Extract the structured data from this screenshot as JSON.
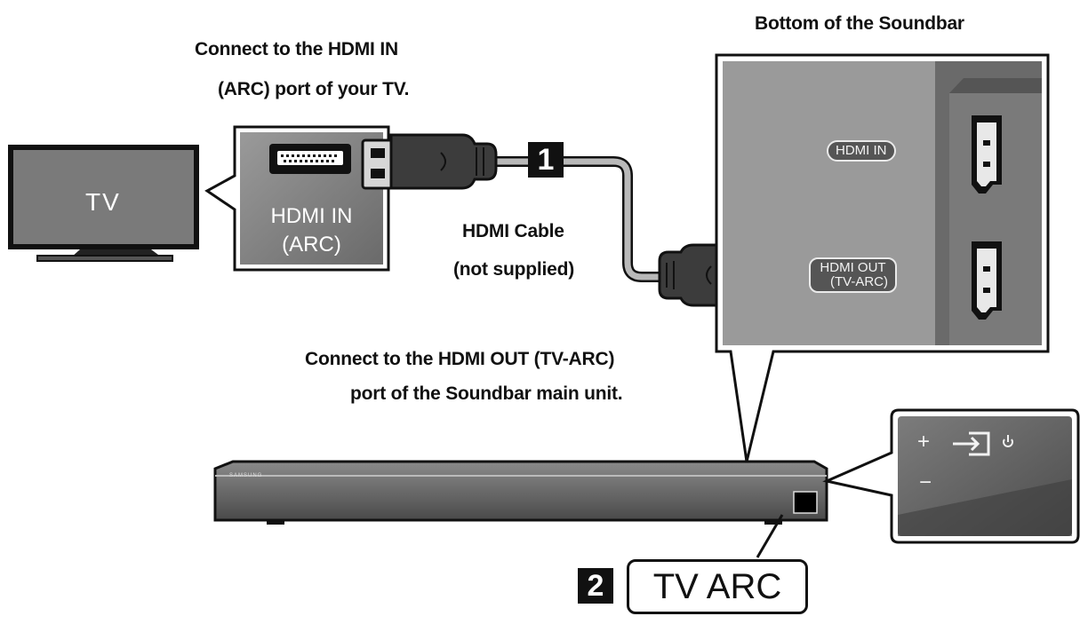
{
  "captions": {
    "tv_port_line1": "Connect to the HDMI IN",
    "tv_port_line2": "(ARC) port of your TV.",
    "soundbar_bottom": "Bottom of the Soundbar",
    "cable_line1": "HDMI Cable",
    "cable_line2": "(not supplied)",
    "soundbar_port_line1": "Connect to the HDMI OUT (TV-ARC)",
    "soundbar_port_line2": "port of the Soundbar main unit."
  },
  "tv": {
    "label": "TV"
  },
  "tv_port": {
    "label_line1": "HDMI IN",
    "label_line2": "(ARC)"
  },
  "soundbar_panel": {
    "hdmi_in_label": "HDMI IN",
    "hdmi_out_label_line1": "HDMI OUT",
    "hdmi_out_label_line2": "(TV-ARC)"
  },
  "steps": {
    "step1": "1",
    "step2": "2"
  },
  "display": {
    "tv_arc": "TV ARC"
  },
  "soundbar": {
    "brand": "SAMSUNG"
  },
  "controls": {
    "plus": "+",
    "minus": "−"
  },
  "colors": {
    "panel_dark": "#4a4a4a",
    "panel_mid": "#6e6e6e",
    "cable": "#b9b9b9",
    "ink": "#111111"
  }
}
